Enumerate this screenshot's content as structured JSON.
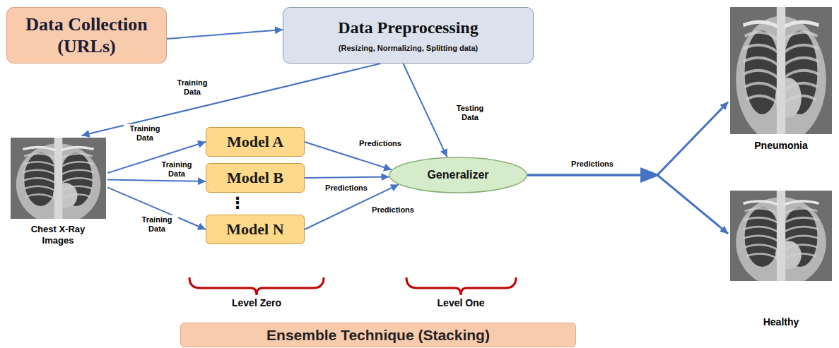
{
  "diagram": {
    "nodes": [
      {
        "text": [
          "Data Collection (URLs)"
        ]
      },
      {
        "text": [
          "Data Preprocessing",
          "(Resizing, Normalizing, Splitting data)"
        ]
      },
      {
        "text": [
          "Chest X-Ray Images"
        ]
      },
      {
        "text": [
          "Model A"
        ]
      },
      {
        "text": [
          "Model B"
        ]
      },
      {
        "text": [
          "Model N"
        ]
      },
      {
        "text": [
          "Generalizer"
        ]
      },
      {
        "text": [
          "Pneumonia"
        ]
      },
      {
        "text": [
          "Healthy"
        ]
      },
      {
        "text": [
          "Ensemble Technique (Stacking)"
        ]
      }
    ],
    "edges": [
      {
        "from": 0,
        "to": 1,
        "arrow": "to"
      },
      {
        "from": 1,
        "to": 2,
        "label": "Training Data",
        "arrow": "to"
      },
      {
        "from": 1,
        "to": 6,
        "label": "Testing Data",
        "arrow": "to"
      },
      {
        "from": 2,
        "to": 3,
        "label": "Training Data",
        "arrow": "to"
      },
      {
        "from": 2,
        "to": 4,
        "label": "Training Data",
        "arrow": "to"
      },
      {
        "from": 2,
        "to": 5,
        "label": "Training Data",
        "arrow": "to"
      },
      {
        "from": 3,
        "to": 6,
        "label": "Predictions",
        "arrow": "to"
      },
      {
        "from": 4,
        "to": 6,
        "label": "Predictions",
        "arrow": "to"
      },
      {
        "from": 5,
        "to": 6,
        "label": "Predictions",
        "arrow": "to"
      },
      {
        "from": 6,
        "to": 7,
        "label": "Predictions",
        "arrow": "to"
      },
      {
        "from": 6,
        "to": 8,
        "arrow": "to"
      }
    ],
    "labels": [
      "⋮",
      "Level Zero",
      "Level One"
    ]
  }
}
